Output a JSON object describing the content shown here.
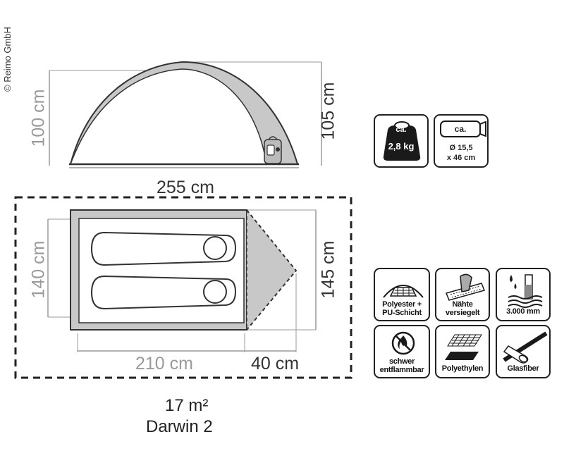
{
  "copyright": "© Reimo GmbH",
  "side_view": {
    "width_label": "255 cm",
    "inner_height_label": "100 cm",
    "outer_height_label": "105 cm"
  },
  "floor_plan": {
    "inner_height_label": "140 cm",
    "outer_height_label": "145 cm",
    "inner_length_label": "210 cm",
    "vestibule_label": "40 cm"
  },
  "area_label": "17 m²",
  "model_name": "Darwin 2",
  "specs": {
    "weight": {
      "ca": "ca.",
      "value": "2,8 kg"
    },
    "pack_size": {
      "ca": "ca.",
      "line1": "Ø 15,5",
      "line2": "x 46 cm"
    }
  },
  "features": [
    {
      "id": "polyester",
      "icon": "tent-fabric-icon",
      "label_lines": [
        "Polyester +",
        "PU-Schicht"
      ]
    },
    {
      "id": "seams",
      "icon": "taped-seam-icon",
      "label_lines": [
        "Nähte",
        "versiegelt"
      ]
    },
    {
      "id": "waterhead",
      "icon": "water-column-icon",
      "label_lines": [
        "3.000 mm"
      ]
    },
    {
      "id": "flame",
      "icon": "flame-retardant-icon",
      "label_lines": [
        "schwer",
        "entflammbar"
      ]
    },
    {
      "id": "floor",
      "icon": "floor-layer-icon",
      "label_lines": [
        "Polyethylen"
      ]
    },
    {
      "id": "poles",
      "icon": "fiberglass-pole-icon",
      "label_lines": [
        "Glasfiber"
      ]
    }
  ]
}
